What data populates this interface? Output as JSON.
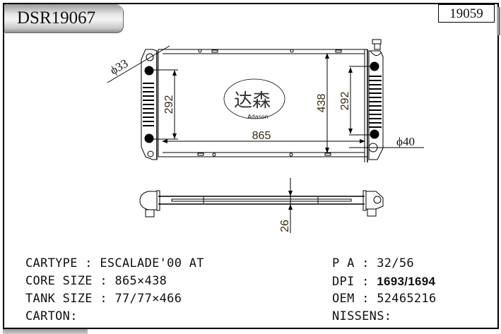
{
  "header": {
    "part_number": "DSR19067",
    "reference_number": "19059"
  },
  "drawing": {
    "front_view": {
      "core_width_label": "865",
      "core_height_label": "438",
      "left_tank_hole_spacing_label": "292",
      "right_tank_hole_spacing_label": "292",
      "inlet_diameter_label": "ϕ33",
      "outlet_diameter_label": "ϕ40"
    },
    "top_view": {
      "core_thickness_label": "26"
    },
    "logo": {
      "chinese_text": "达森",
      "brand": "Adason"
    }
  },
  "specs_left": [
    {
      "label": "CARTYPE",
      "sep": " : ",
      "value": "ESCALADE'00 AT"
    },
    {
      "label": "CORE SIZE",
      "sep": " : ",
      "value": "865×438"
    },
    {
      "label": "TANK SIZE",
      "sep": " : ",
      "value": "77/77×466"
    },
    {
      "label": "CARTON",
      "sep": ":",
      "value": ""
    }
  ],
  "specs_right": [
    {
      "label": "P A",
      "sep": " : ",
      "value": "32/56"
    },
    {
      "label": "DPI",
      "sep": " : ",
      "value": "1693/1694"
    },
    {
      "label": "OEM",
      "sep": " : ",
      "value": "52465216"
    },
    {
      "label": "NISSENS",
      "sep": ":",
      "value": ""
    }
  ],
  "colors": {
    "line": "#000000",
    "dimension_text": "#3a2a10",
    "logo_gray": "#b0b0b0"
  }
}
